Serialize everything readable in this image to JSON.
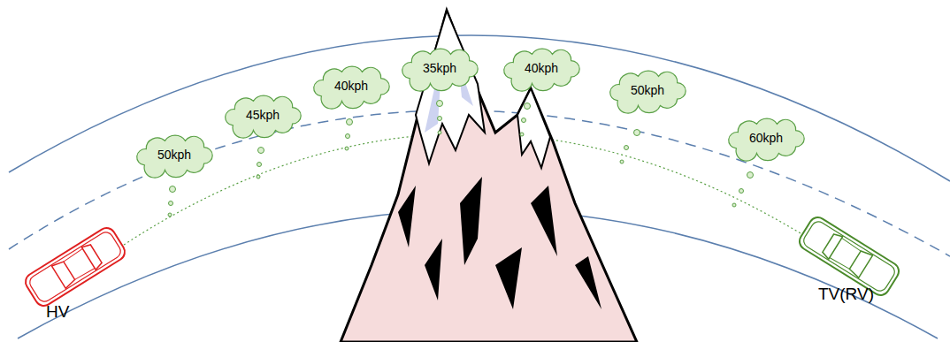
{
  "diagram": {
    "nodes": [
      {
        "text": [
          "50kph"
        ]
      },
      {
        "text": [
          "45kph"
        ]
      },
      {
        "text": [
          "40kph"
        ]
      },
      {
        "text": [
          "35kph"
        ]
      },
      {
        "text": [
          "40kph"
        ]
      },
      {
        "text": [
          "50kph"
        ]
      },
      {
        "text": [
          "60kph"
        ]
      }
    ],
    "labels": [
      "HV",
      "TV(RV)"
    ]
  }
}
